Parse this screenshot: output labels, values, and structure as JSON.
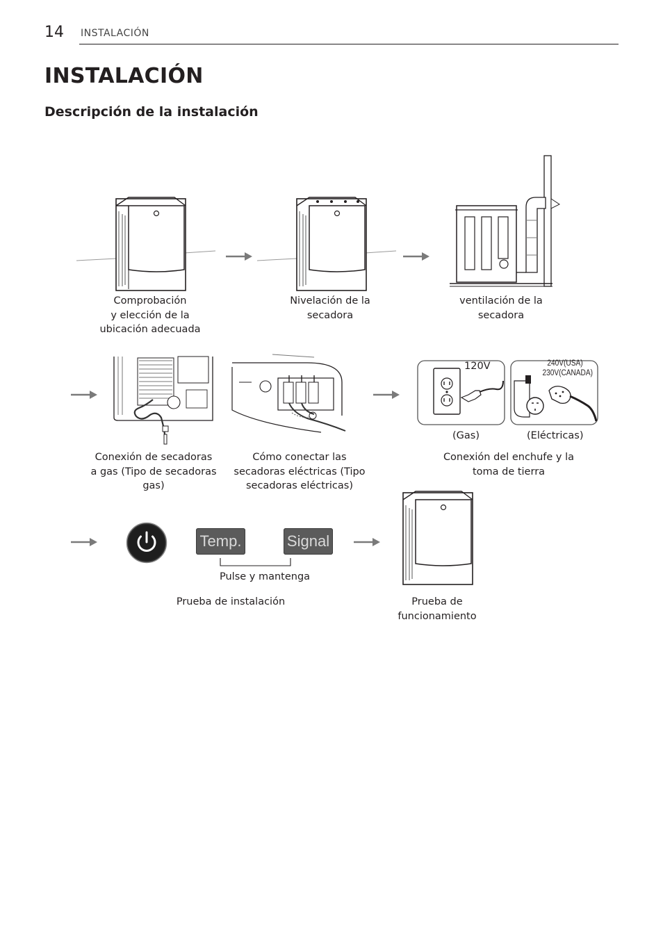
{
  "header": {
    "page_number": "14",
    "running_title": "INSTALACIÓN"
  },
  "title": "INSTALACIÓN",
  "subtitle": "Descripción de la instalación",
  "steps": {
    "location": [
      "Comprobación",
      "y elección de la",
      "ubicación adecuada"
    ],
    "leveling": [
      "Nivelación de la",
      "secadora"
    ],
    "venting": [
      "ventilación de la",
      "secadora"
    ],
    "gas": [
      "Conexión de secadoras",
      "a gas (Tipo de secadoras",
      "gas)"
    ],
    "electric": [
      "Cómo conectar las",
      "secadoras eléctricas (Tipo",
      "secadoras eléctricas)"
    ],
    "plug": [
      "Conexión del enchufe y la",
      "toma de tierra"
    ],
    "install_test": "Prueba de instalación",
    "run_test": [
      "Prueba de",
      "funcionamiento"
    ]
  },
  "outlets": {
    "gas_voltage": "120V",
    "electric_voltage_usa": "240V(USA)",
    "electric_voltage_canada": "230V(CANADA)",
    "gas_label": "(Gas)",
    "electric_label": "(Eléctricas)"
  },
  "controls": {
    "temp_button": "Temp.",
    "signal_button": "Signal",
    "press_hold": "Pulse y mantenga"
  },
  "icons": {
    "arrow": "arrow-right-icon",
    "power": "power-icon"
  },
  "colors": {
    "text": "#231f20",
    "arrow": "#7a7a7a",
    "button": "#5b5b5b"
  }
}
